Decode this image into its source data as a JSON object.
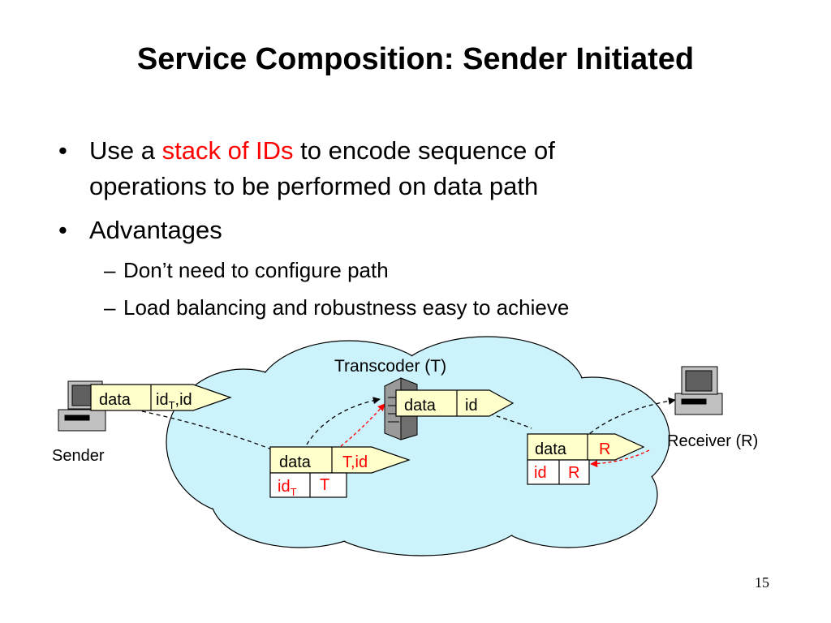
{
  "slide": {
    "title": "Service Composition: Sender Initiated",
    "page_number": "15"
  },
  "bullets": [
    {
      "marker": "•",
      "line1_pre": "Use a ",
      "line1_highlight": "stack of IDs",
      "line1_post": " to encode sequence of",
      "line2": "operations to be performed on data path"
    },
    {
      "marker": "•",
      "text": "Advantages"
    }
  ],
  "sub_bullets": [
    {
      "marker": "–",
      "text": "Don’t need to configure path"
    },
    {
      "marker": "–",
      "text": "Load balancing and robustness easy to achieve"
    }
  ],
  "diagram": {
    "colors": {
      "cloud": "#ccf2fb",
      "packet": "#ffffcc",
      "highlight": "#ff0000",
      "computer": "#c0c0c0"
    },
    "nodes": {
      "sender": "Sender",
      "transcoder": "Transcoder (T)",
      "receiver": "Receiver (R)"
    },
    "packet_sender": {
      "data": "data",
      "id_main": "id",
      "id_sub": "T",
      "id_rest": ",id"
    },
    "packet_mid": {
      "data": "data",
      "id": "T,id",
      "stack_id_main": "id",
      "stack_id_sub": "T",
      "stack_val": "T"
    },
    "packet_transcoder": {
      "data": "data",
      "id": "id"
    },
    "packet_receiver": {
      "data": "data",
      "id": "R",
      "stack_id": "id",
      "stack_val": "R"
    }
  }
}
